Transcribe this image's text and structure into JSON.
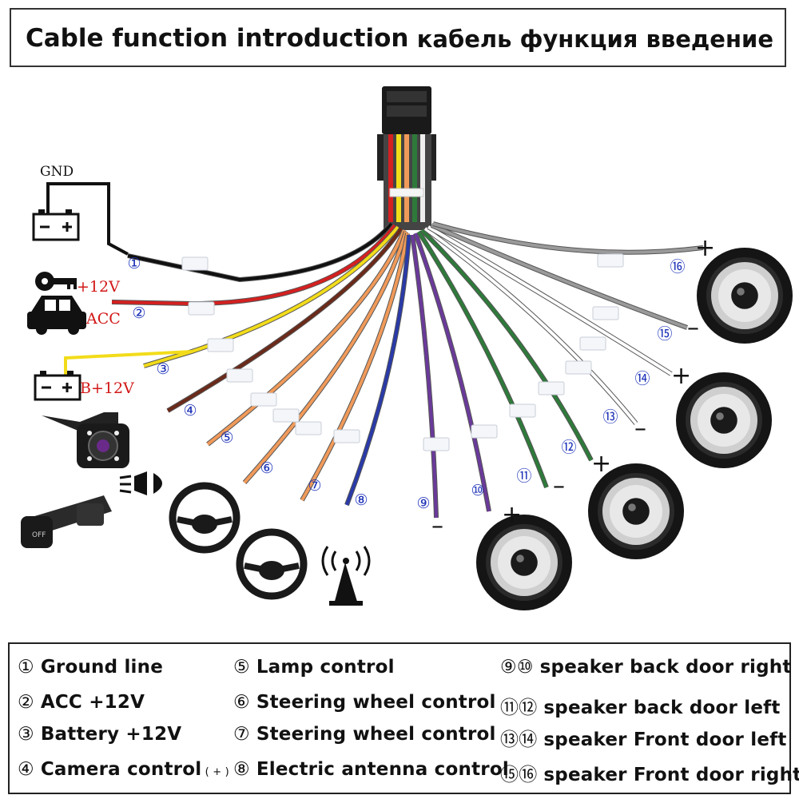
{
  "header": {
    "title_en": "Cable function introduction",
    "title_ru": "кабель функция введение"
  },
  "labels": {
    "gnd": "GND",
    "acc_voltage": "+12V",
    "acc": "ACC",
    "battery": "B+12V"
  },
  "wires": [
    {
      "num": "①",
      "color": "#111111"
    },
    {
      "num": "②",
      "color": "#d42020"
    },
    {
      "num": "③",
      "color": "#f2dc1a"
    },
    {
      "num": "④",
      "color": "#6b2a1a"
    },
    {
      "num": "⑤",
      "color": "#f09a5a"
    },
    {
      "num": "⑥",
      "color": "#f09a5a"
    },
    {
      "num": "⑦",
      "color": "#f09a5a"
    },
    {
      "num": "⑧",
      "color": "#2a3aa8"
    },
    {
      "num": "⑨",
      "color": "#6a3a9a"
    },
    {
      "num": "⑩",
      "color": "#6a3a9a"
    },
    {
      "num": "⑪",
      "color": "#2e7a3a"
    },
    {
      "num": "⑫",
      "color": "#2e7a3a"
    },
    {
      "num": "⑬",
      "color": "#ffffff"
    },
    {
      "num": "⑭",
      "color": "#ffffff"
    },
    {
      "num": "⑮",
      "color": "#9a9a9a"
    },
    {
      "num": "⑯",
      "color": "#9a9a9a"
    }
  ],
  "signs": {
    "plus": "+",
    "minus": "–"
  },
  "legend": {
    "col1": [
      {
        "num": "①",
        "text": "Ground line"
      },
      {
        "num": "②",
        "text": "ACC +12V"
      },
      {
        "num": "③",
        "text": "Battery +12V"
      },
      {
        "num": "④",
        "text": "Camera control",
        "suffix": "( + )"
      }
    ],
    "col2": [
      {
        "num": "⑤",
        "text": "Lamp control"
      },
      {
        "num": "⑥",
        "text": "Steering wheel control"
      },
      {
        "num": "⑦",
        "text": "Steering wheel control"
      },
      {
        "num": "⑧",
        "text": "Electric antenna control"
      }
    ],
    "col3": [
      {
        "num": "⑨⑩",
        "text": "speaker back door right"
      },
      {
        "num": "⑪⑫",
        "text": "speaker back door left"
      },
      {
        "num": "⑬⑭",
        "text": "speaker Front door left"
      },
      {
        "num": "⑮⑯",
        "text": "speaker Front door right"
      }
    ]
  }
}
